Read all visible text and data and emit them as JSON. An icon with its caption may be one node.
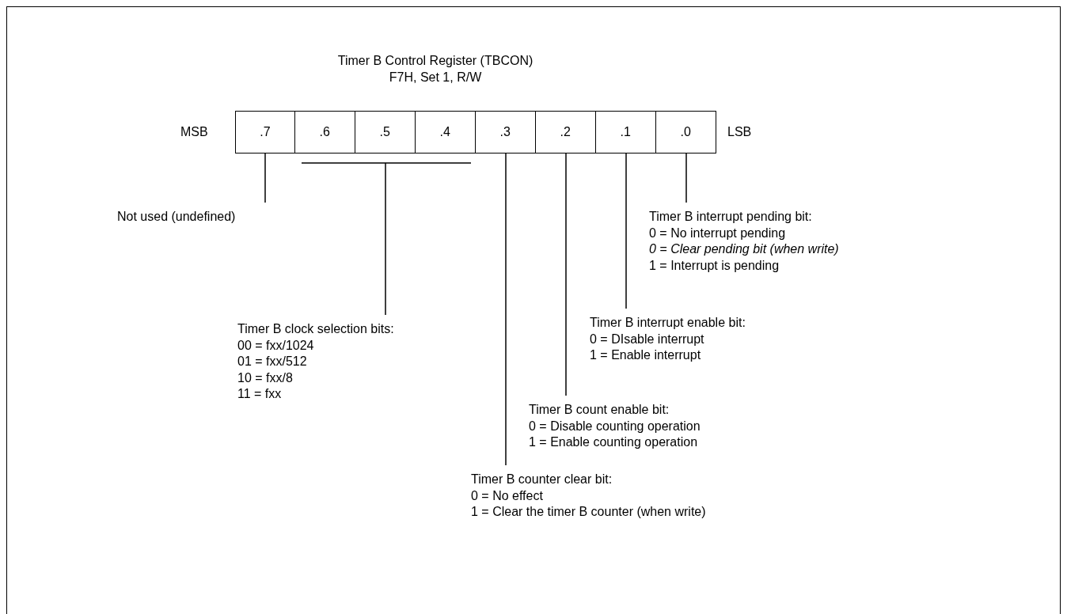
{
  "diagram": {
    "title": "Timer B Control Register (TBCON)",
    "nodes": [
      {
        "text": [
          ".7"
        ]
      },
      {
        "text": [
          ".6"
        ]
      },
      {
        "text": [
          ".5"
        ]
      },
      {
        "text": [
          ".4"
        ]
      },
      {
        "text": [
          ".3"
        ]
      },
      {
        "text": [
          ".2"
        ]
      },
      {
        "text": [
          ".1"
        ]
      },
      {
        "text": [
          ".0"
        ]
      },
      {
        "text": [
          "Not used (undefined)"
        ]
      },
      {
        "text": [
          "Timer B clock selection bits:",
          "00 = fxx/1024",
          "01 = fxx/512",
          "10 = fxx/8",
          "11 = fxx"
        ]
      },
      {
        "text": [
          "Timer B counter clear bit:",
          "0 = No effect",
          "1 = Clear the timer B counter (when write)"
        ]
      },
      {
        "text": [
          "Timer B count enable bit:",
          "0 = Disable counting operation",
          "1 = Enable counting operation"
        ]
      },
      {
        "text": [
          "Timer B interrupt enable bit:",
          "0 = DIsable interrupt",
          "1 = Enable interrupt"
        ]
      },
      {
        "text": [
          "Timer B interrupt pending bit:",
          "0 = No interrupt pending",
          "*0 = Clear pending bit (when write)*",
          "1 = Interrupt is pending"
        ]
      }
    ],
    "edges": [
      {
        "from": 0,
        "to": 8,
        "arrow": "none"
      },
      {
        "from": 1,
        "to": 9,
        "arrow": "none"
      },
      {
        "from": 2,
        "to": 9,
        "arrow": "none"
      },
      {
        "from": 3,
        "to": 9,
        "arrow": "none"
      },
      {
        "from": 4,
        "to": 10,
        "arrow": "none"
      },
      {
        "from": 5,
        "to": 11,
        "arrow": "none"
      },
      {
        "from": 6,
        "to": 12,
        "arrow": "none"
      },
      {
        "from": 7,
        "to": 13,
        "arrow": "none"
      }
    ],
    "labels": [
      "F7H, Set 1, R/W",
      "MSB",
      "LSB"
    ]
  }
}
